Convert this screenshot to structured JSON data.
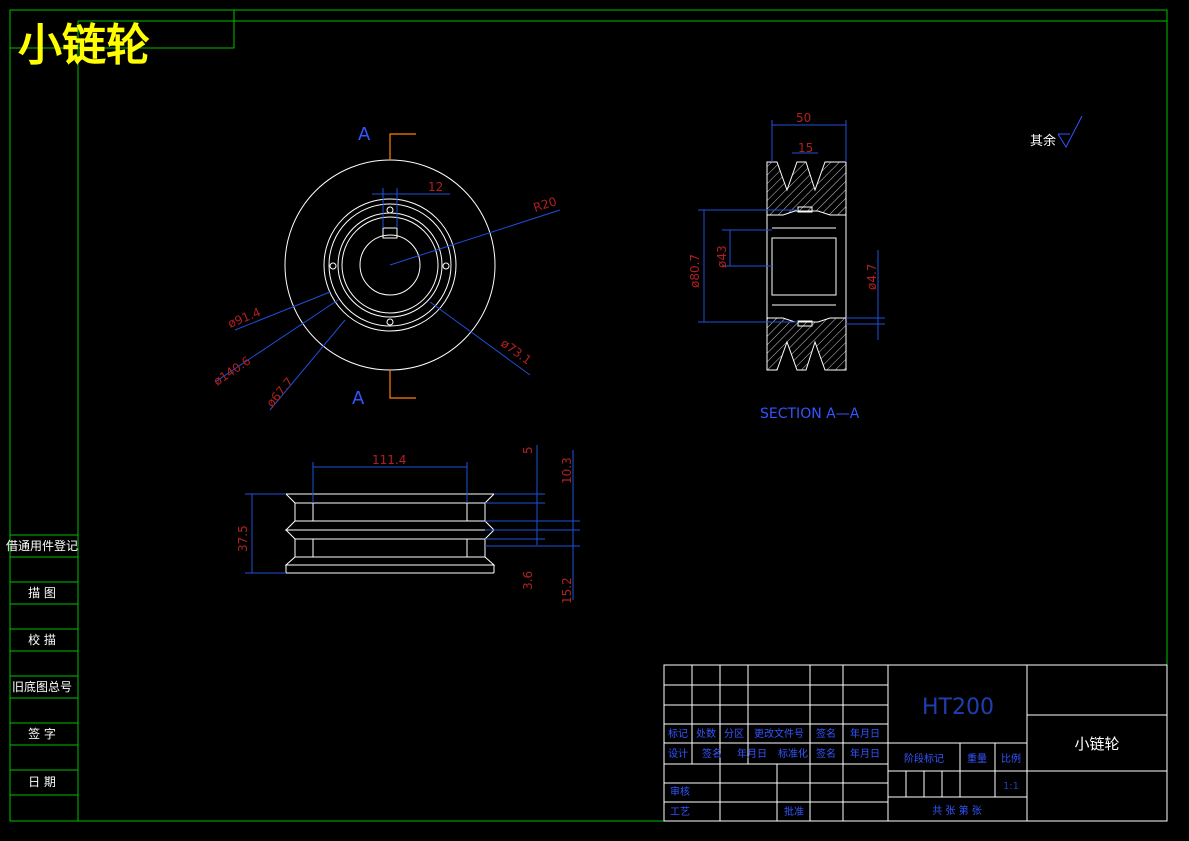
{
  "drawing_title": "小链轮",
  "section_marker": "A",
  "section_caption": "SECTION A—A",
  "roughness_note": "其余",
  "front_view": {
    "dim_12": "12",
    "dim_r20": "R20",
    "dim_d91_4": "ø91.4",
    "dim_d140_6": "ø140.6",
    "dim_d67_7": "ø67.7",
    "dim_d73_1": "ø73.1"
  },
  "section_view": {
    "dim_50": "50",
    "dim_15": "15",
    "dim_d80_7": "ø80.7",
    "dim_d43": "ø43",
    "dim_d4_7": "ø4.7"
  },
  "side_view": {
    "dim_111_4": "111.4",
    "dim_37_5": "37.5",
    "dim_5": "5",
    "dim_10_3": "10.3",
    "dim_3_6": "3.6",
    "dim_15_2": "15.2"
  },
  "left_strip": {
    "items": [
      "借通用件登记",
      "描 图",
      "校 描",
      "旧底图总号",
      "签 字",
      "日 期"
    ]
  },
  "title_block": {
    "material": "HT200",
    "part_name": "小链轮",
    "row_headers": [
      "标记",
      "处数",
      "分区",
      "更改文件号",
      "签名",
      "年月日"
    ],
    "row_design": [
      "设计",
      "签名",
      "年月日",
      "标准化",
      "签名",
      "年月日"
    ],
    "stage_mark": "阶段标记",
    "weight": "重量",
    "scale": "比例",
    "scale_value": "1:1",
    "review": "审核",
    "process": "工艺",
    "approve": "批准",
    "sheet_info": "共 张 第 张"
  }
}
